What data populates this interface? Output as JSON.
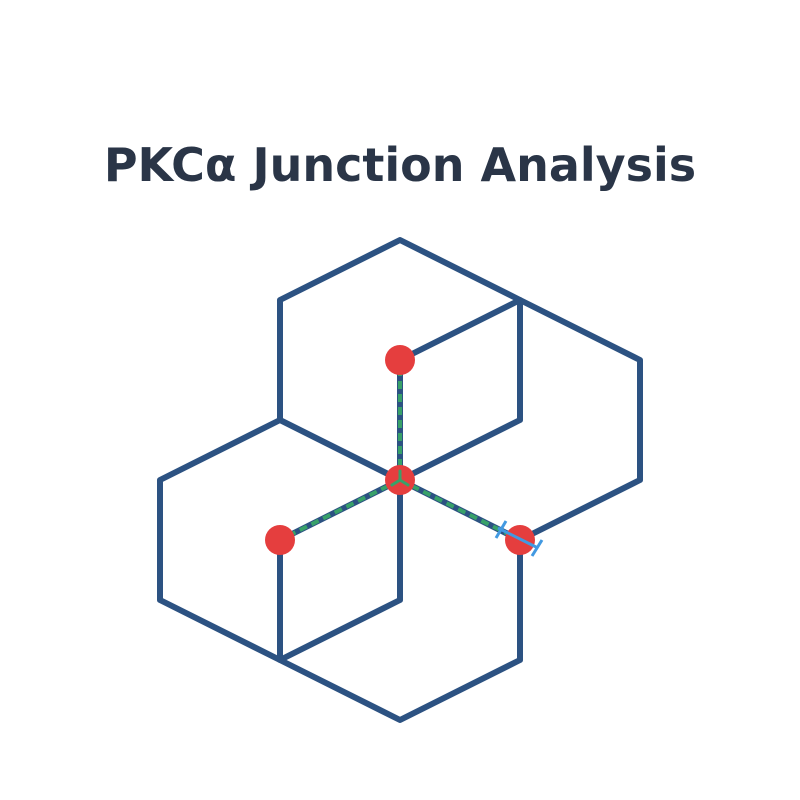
{
  "title": "PKCα Junction Analysis",
  "colors": {
    "title": "#2a3547",
    "hexagon_stroke": "#2c5282",
    "atom_fill": "#e53e3e",
    "bond_dash": "#38a169",
    "marker": "#4299e1"
  },
  "diagram": {
    "hexagons": [
      {
        "name": "hexagon-top"
      },
      {
        "name": "hexagon-right"
      },
      {
        "name": "hexagon-left"
      },
      {
        "name": "hexagon-bottom"
      }
    ],
    "junction_bonds": [
      {
        "name": "bond-center-top"
      },
      {
        "name": "bond-center-left"
      },
      {
        "name": "bond-center-right"
      }
    ],
    "atoms": [
      {
        "name": "atom-top"
      },
      {
        "name": "atom-center"
      },
      {
        "name": "atom-left"
      },
      {
        "name": "atom-right"
      }
    ],
    "bond_marker": {
      "name": "bond-break-marker"
    }
  }
}
